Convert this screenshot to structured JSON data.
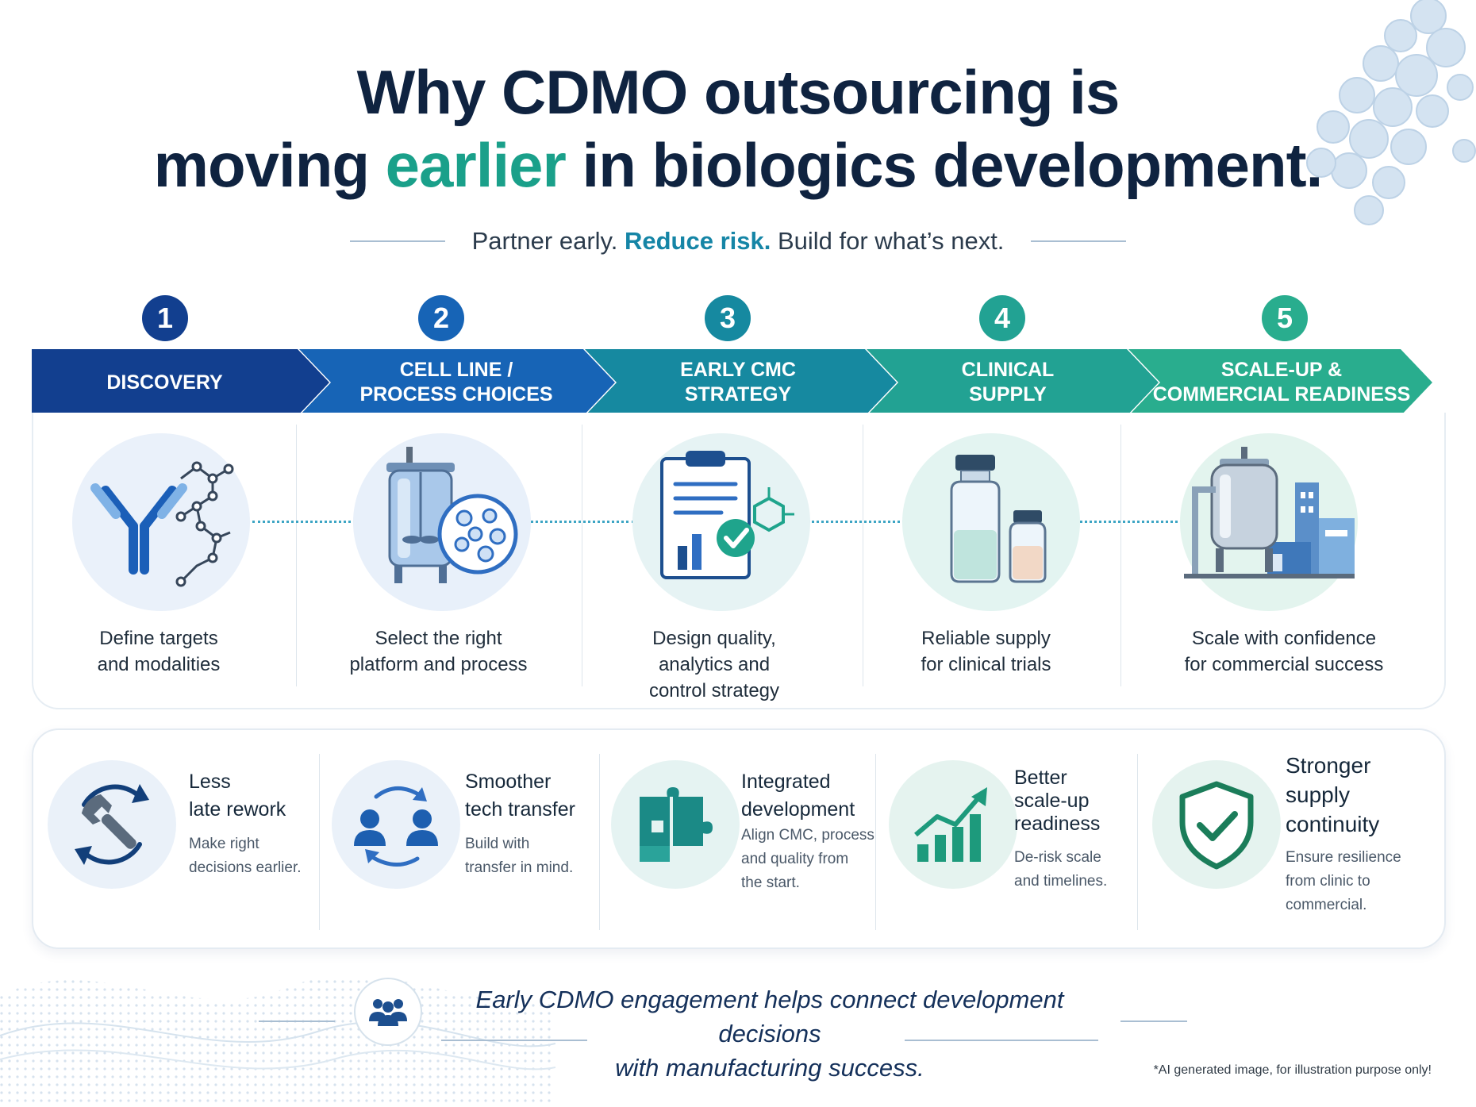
{
  "title": {
    "line1": "Why CDMO outsourcing is",
    "line2_before": "moving ",
    "line2_accent": "earlier",
    "line2_after": " in biologics development."
  },
  "subtitle": {
    "part1": "Partner early. ",
    "highlight": "Reduce risk.",
    "part2": " Build for what’s next."
  },
  "stages": [
    {
      "number": "1",
      "label": "DISCOVERY",
      "description": "Define targets\nand modalities",
      "icon": "antibody-molecule-icon",
      "color": "#123f8f"
    },
    {
      "number": "2",
      "label": "CELL LINE /\nPROCESS CHOICES",
      "description": "Select the right\nplatform and process",
      "icon": "bioreactor-cells-icon",
      "color": "#1764b6"
    },
    {
      "number": "3",
      "label": "EARLY CMC\nSTRATEGY",
      "description": "Design quality,\nanalytics and\ncontrol strategy",
      "icon": "clipboard-check-icon",
      "color": "#1689a0"
    },
    {
      "number": "4",
      "label": "CLINICAL\nSUPPLY",
      "description": "Reliable supply\nfor clinical trials",
      "icon": "vials-icon",
      "color": "#22a293"
    },
    {
      "number": "5",
      "label": "SCALE-UP &\nCOMMERCIAL READINESS",
      "description": "Scale with confidence\nfor commercial success",
      "icon": "manufacturing-plant-icon",
      "color": "#29ad8e"
    }
  ],
  "benefits": [
    {
      "title": "Less\nlate rework",
      "description": "Make right\ndecisions earlier.",
      "icon": "wrench-cycle-icon"
    },
    {
      "title": "Smoother\ntech transfer",
      "description": "Build with\ntransfer in mind.",
      "icon": "people-exchange-icon"
    },
    {
      "title": "Integrated\ndevelopment",
      "description": "Align CMC, process\nand quality from\nthe start.",
      "icon": "puzzle-icon"
    },
    {
      "title": "Better\nscale-up\nreadiness",
      "description": "De-risk scale\nand timelines.",
      "icon": "growth-chart-icon"
    },
    {
      "title": "Stronger\nsupply\ncontinuity",
      "description": "Ensure resilience\nfrom clinic to\ncommercial.",
      "icon": "shield-check-icon"
    }
  ],
  "footer": {
    "text": "Early CDMO engagement helps connect development decisions\nwith manufacturing success.",
    "icon": "team-icon"
  },
  "disclaimer": "*AI generated image, for illustration purpose only!"
}
